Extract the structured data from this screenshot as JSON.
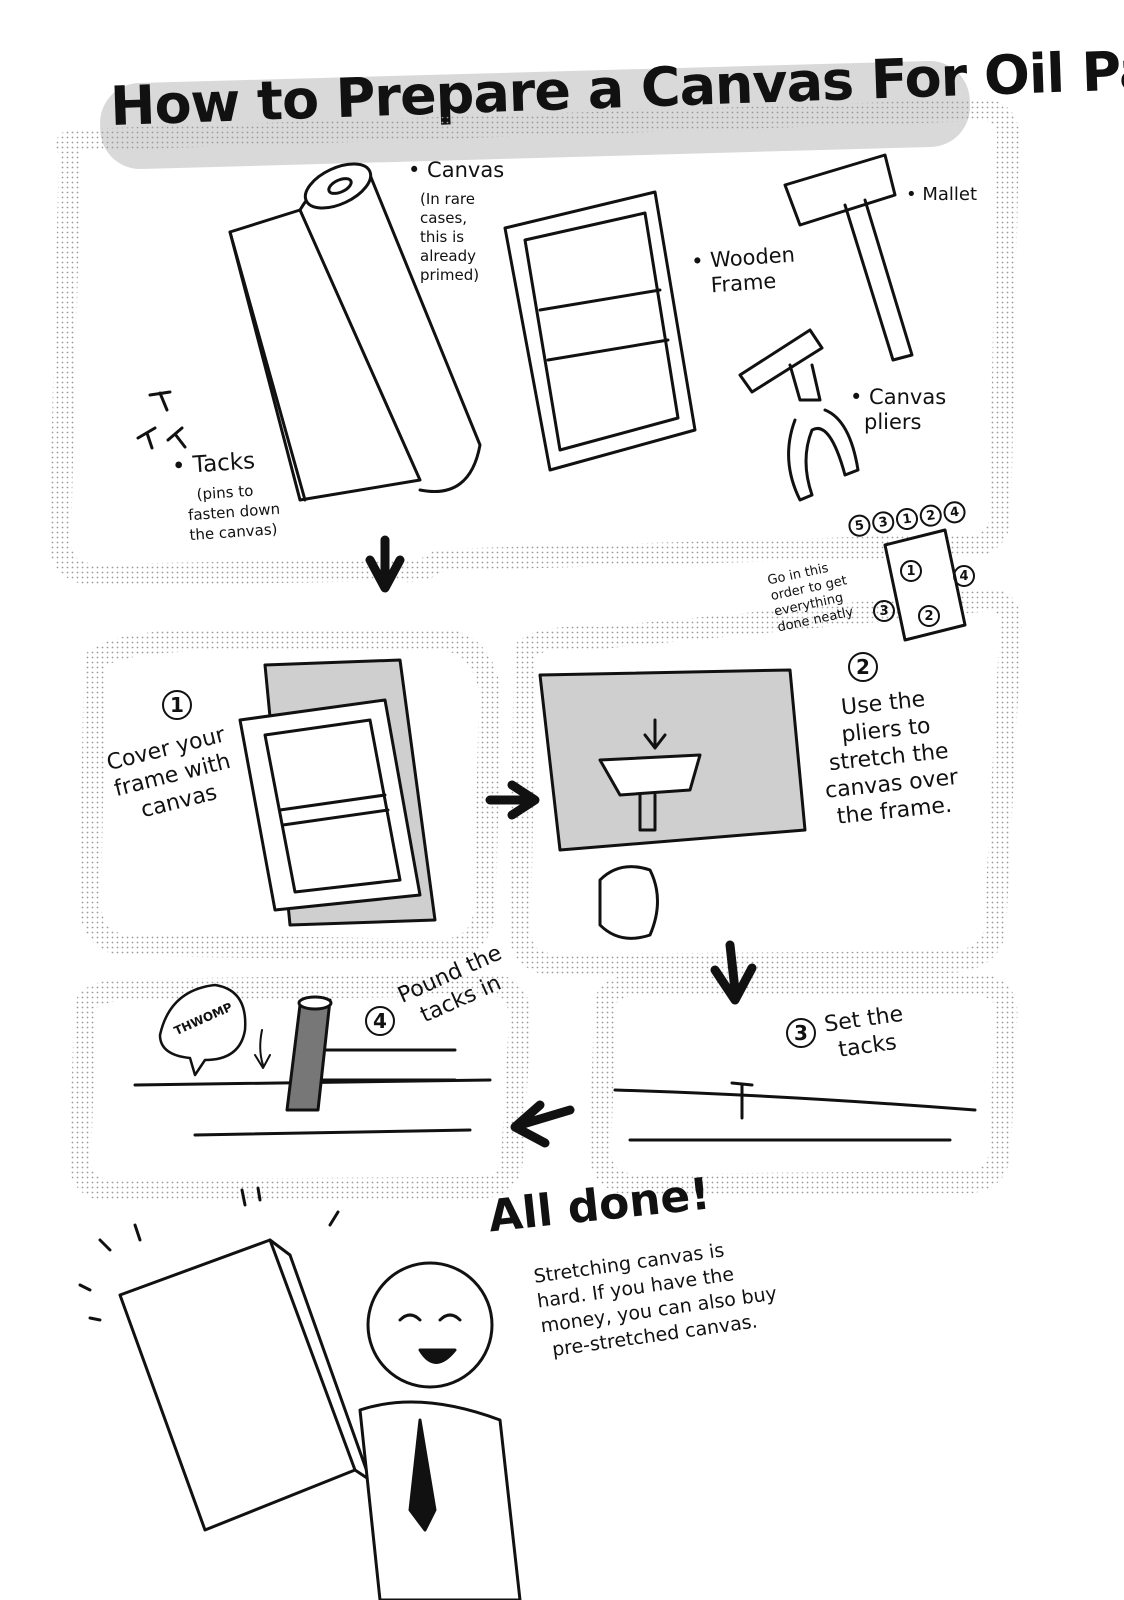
{
  "title": "How to Prepare a Canvas For Oil Painting",
  "materials": {
    "canvas": {
      "label": "• Canvas",
      "note": [
        "(In rare",
        "cases,",
        "this is",
        "already",
        "primed)"
      ]
    },
    "frame": {
      "label": [
        "• Wooden",
        "Frame"
      ]
    },
    "mallet": {
      "label": "• Mallet"
    },
    "pliers": {
      "label": [
        "• Canvas",
        "pliers"
      ]
    },
    "tacks": {
      "label": "• Tacks",
      "note": [
        "(pins to",
        "fasten down",
        "the canvas)"
      ]
    }
  },
  "order_note": {
    "text": [
      "Go in this",
      "order to get",
      "everything",
      "done neatly"
    ],
    "numbers": [
      "5",
      "3",
      "1",
      "2",
      "4",
      "1",
      "4",
      "3",
      "2"
    ]
  },
  "steps": [
    {
      "num": "1",
      "text": [
        "Cover your",
        "frame with",
        "canvas"
      ]
    },
    {
      "num": "2",
      "text": [
        "Use the",
        "pliers to",
        "stretch the",
        "canvas over",
        "the frame."
      ]
    },
    {
      "num": "3",
      "text": [
        "Set the",
        "tacks"
      ]
    },
    {
      "num": "4",
      "text": [
        "Pound the",
        "tacks in"
      ]
    }
  ],
  "sfx": "THWOMP",
  "finish": {
    "heading": "All done!",
    "text": [
      "Stretching canvas is",
      "hard. If you have the",
      "money, you can also buy",
      "pre-stretched canvas."
    ]
  },
  "colors": {
    "ink": "#111111",
    "tone": "#d9d9d9",
    "dots": "#bdbdbd"
  }
}
